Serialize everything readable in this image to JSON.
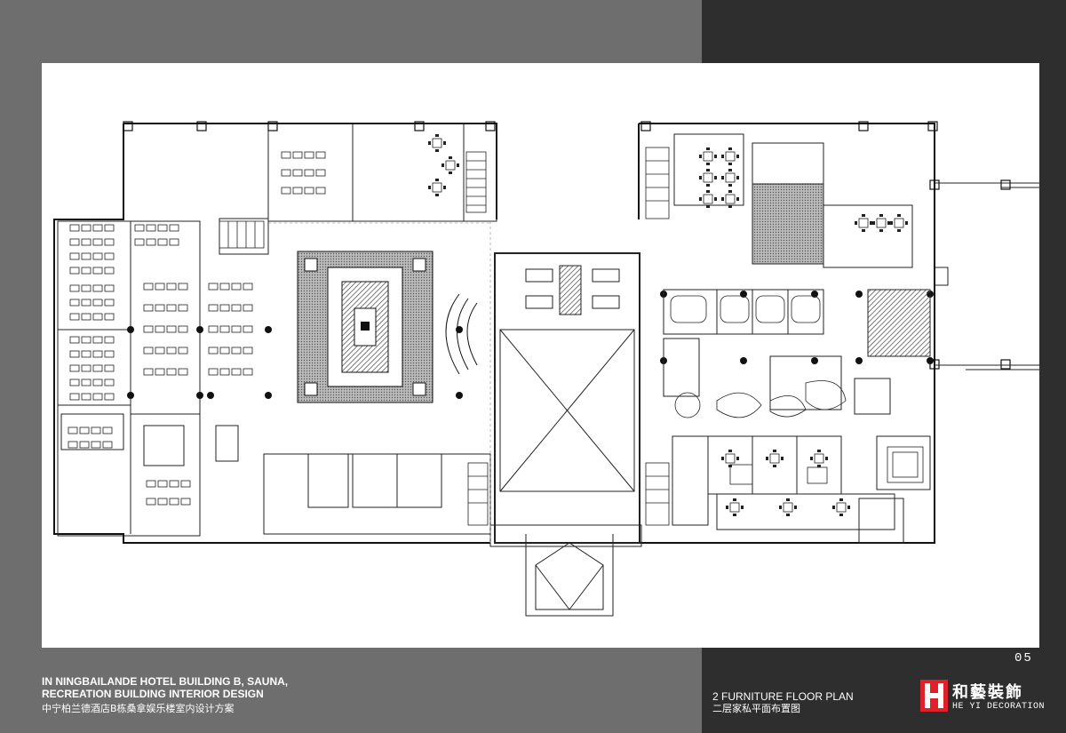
{
  "sheet": {
    "page_number": "05",
    "project_title_line1": "IN  NINGBAILANDE HOTEL BUILDING B, SAUNA,",
    "project_title_line2": "RECREATION BUILDING INTERIOR DESIGN",
    "project_title_cn": "中宁柏兰德酒店B栋桑拿娱乐楼室内设计方案",
    "drawing_title": "2 FURNITURE FLOOR PLAN",
    "drawing_title_cn": "二层家私平面布置图"
  },
  "brand": {
    "name_cn": "和藝裝飾",
    "name_en": "HE YI DECORATION",
    "color": "#e0202a"
  }
}
